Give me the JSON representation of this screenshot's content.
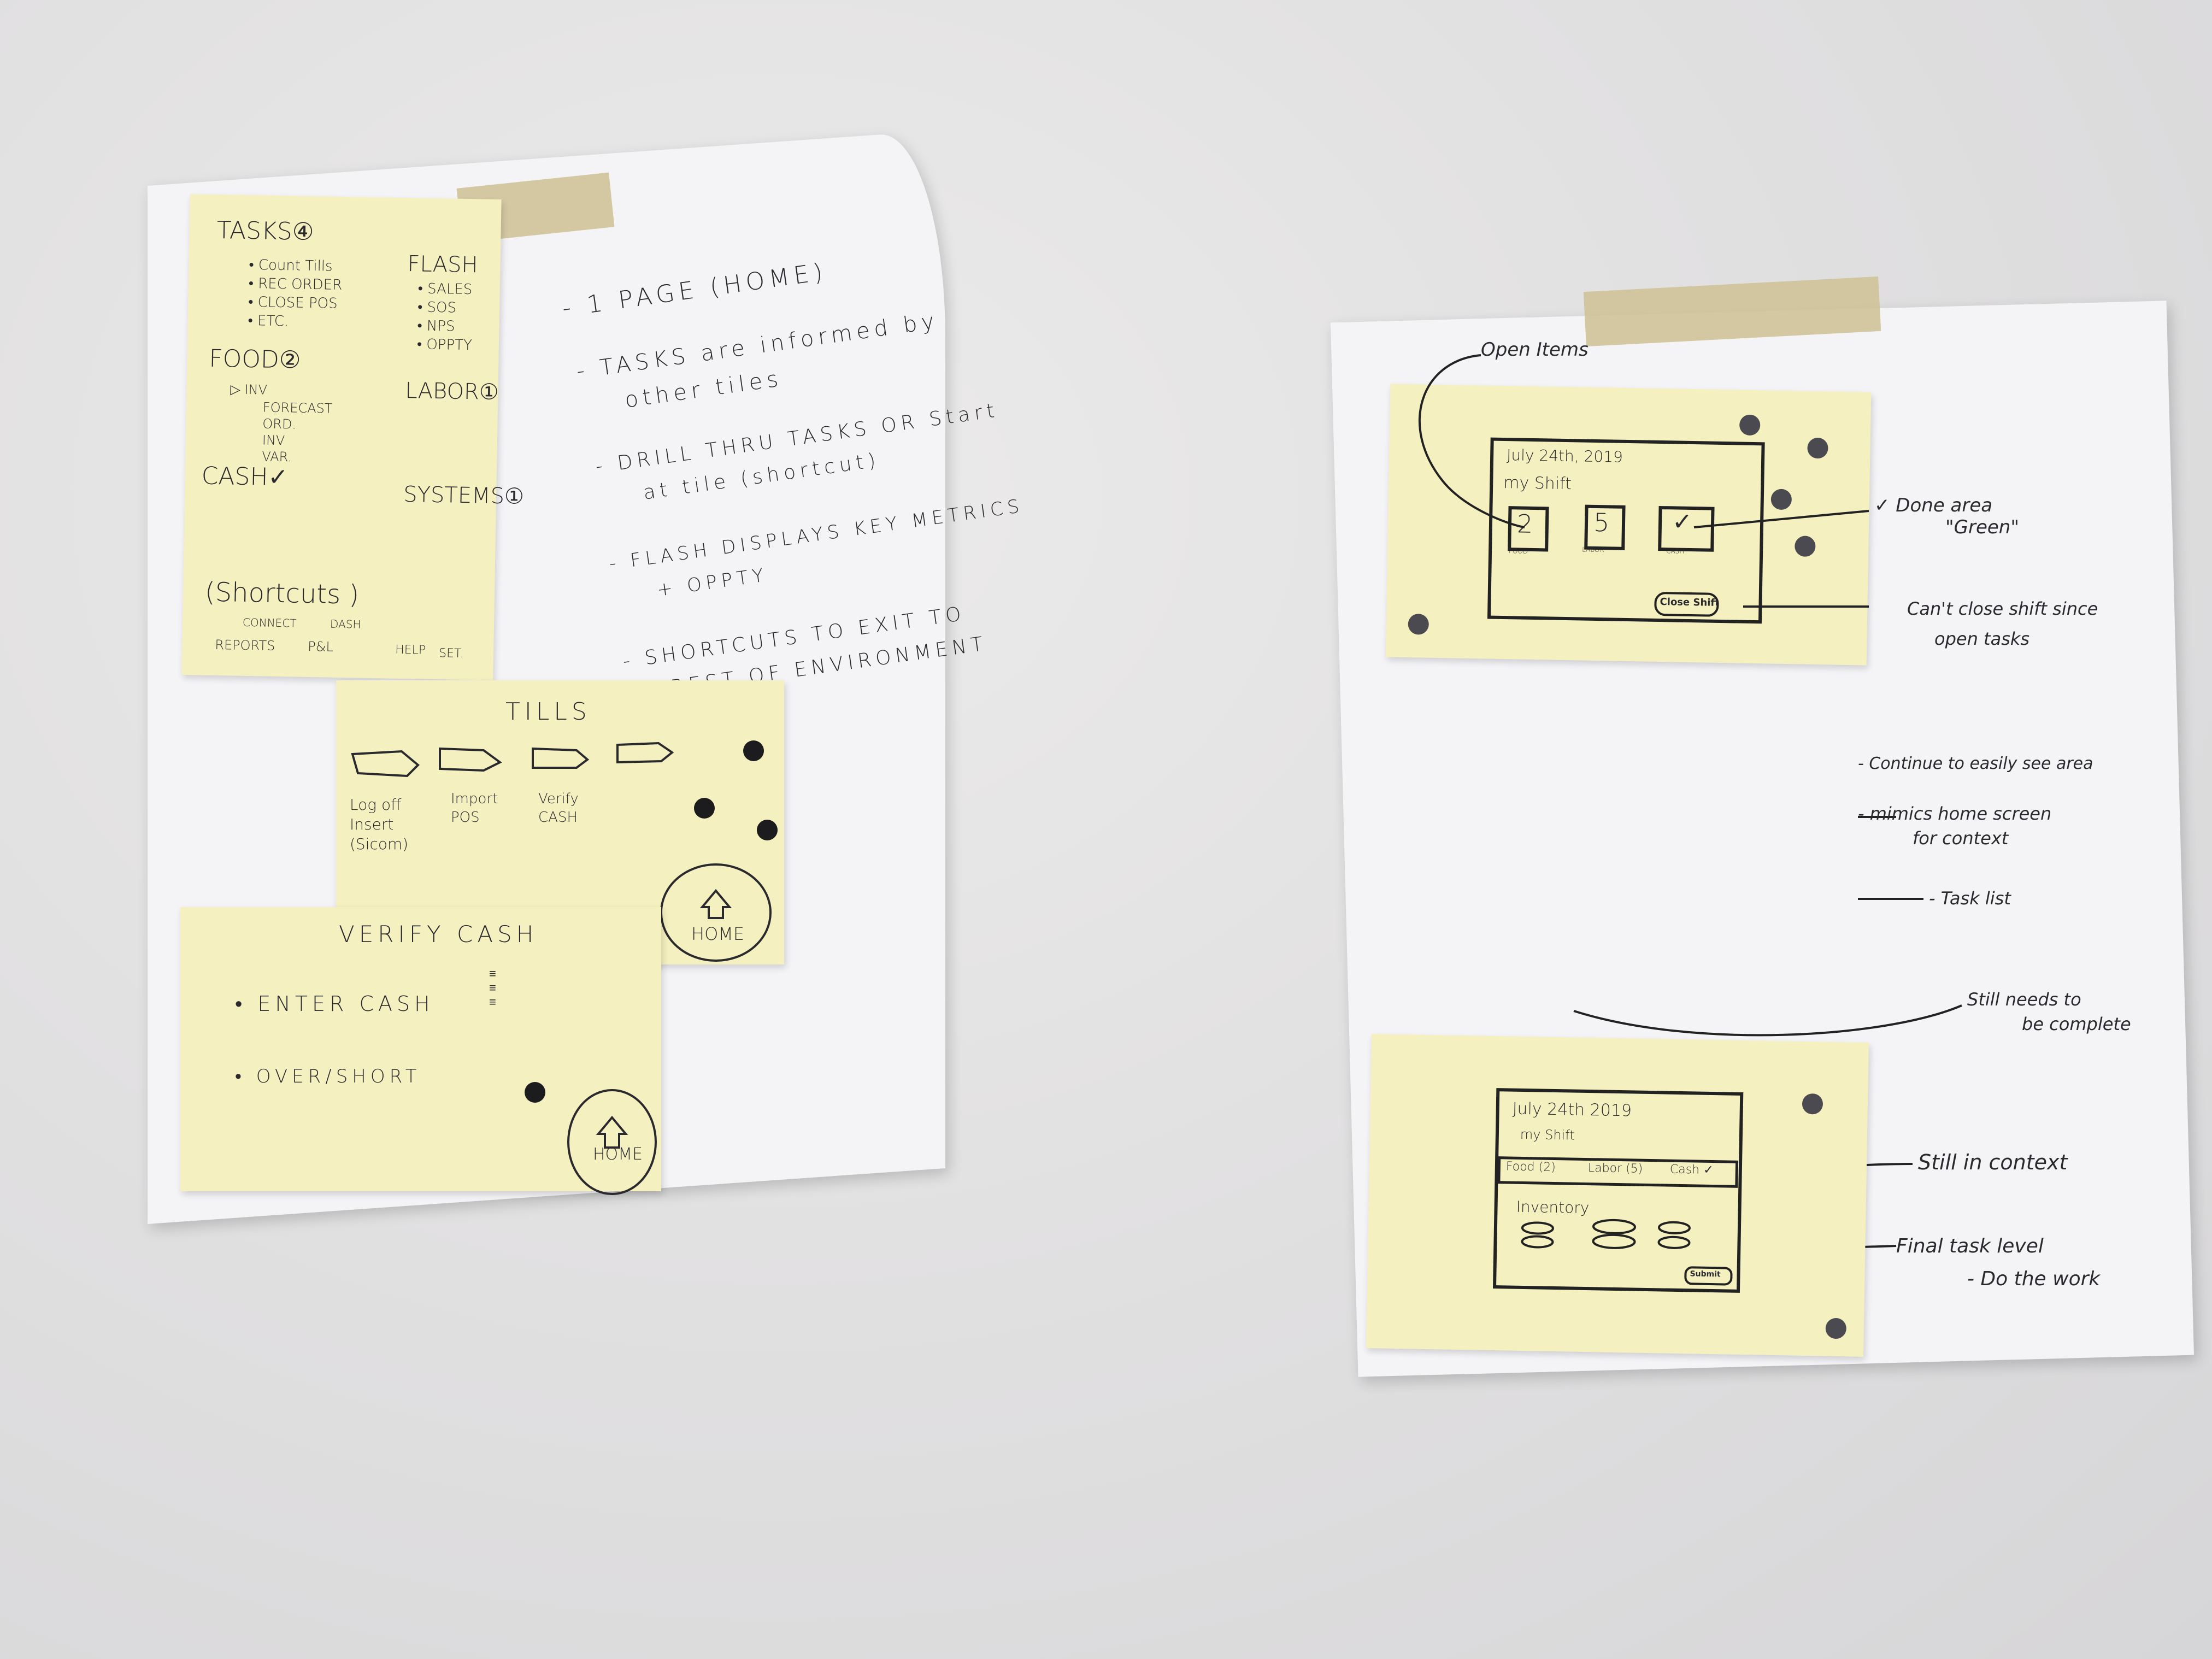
{
  "left_board": {
    "home_note": {
      "tasks": "TASKS④",
      "task_items": [
        "• Count Tills",
        "• REC ORDER",
        "• CLOSE POS",
        "• ETC."
      ],
      "flash": "FLASH",
      "flash_items": [
        "• SALES",
        "• SOS",
        "• NPS",
        "• OPPTY"
      ],
      "food": "FOOD②",
      "food_items": [
        "▷ INV",
        "FORECAST",
        "ORD.",
        "INV",
        "VAR."
      ],
      "labor": "LABOR①",
      "cash": "CASH✓",
      "systems": "SYSTEMS①",
      "shortcuts": "(Shortcuts )",
      "shortcut_items": [
        "REPORTS",
        "CONNECT",
        "P&L",
        "DASH",
        "HELP",
        "SET."
      ]
    },
    "notes": [
      "- 1 PAGE (HOME)",
      "- TASKS are informed by",
      "other tiles",
      "- DRILL THRU TASKS OR Start",
      "at tile (shortcut)",
      "- FLASH DISPLAYS KEY METRICS",
      "+ OPPTY",
      "- SHORTCUTS TO EXIT TO",
      "REST OF ENVIRONMENT"
    ],
    "tills_note": {
      "title": "TILLS",
      "steps": [
        "Log off\nInsert\n(Sicom)",
        "Import\nPOS",
        "Verify\nCASH"
      ],
      "home": "HOME"
    },
    "verify_note": {
      "title": "VERIFY CASH",
      "items": [
        "• ENTER CASH",
        "• OVER/SHORT"
      ],
      "home": "HOME"
    }
  },
  "right_board": {
    "note1": {
      "date": "July 24th, 2019",
      "shift": "my Shift",
      "tiles": [
        "2",
        "5",
        "✓"
      ],
      "tile_labels": [
        "FOOD",
        "LABOR",
        "CASH"
      ],
      "button": "Close Shift"
    },
    "annotations": [
      "Open Items",
      "✓ Done area",
      "\"Green\"",
      "Can't close shift since",
      "open tasks",
      "- Continue to easily see area",
      "- mimics home screen",
      "for context",
      "- Task list",
      "Still needs to",
      "be complete",
      "Still in context",
      "Final task level",
      "- Do the work"
    ],
    "note2": {
      "date": "July 24th 2019",
      "shift": "my Shift",
      "tabs": [
        "Food (2)",
        "Labor (5)",
        "Cash ✓"
      ],
      "section": "Inventory",
      "button": "Submit"
    }
  },
  "colors": {
    "sticky": "#f5f0bf",
    "paper": "#f4f4f7",
    "tape": "#cfc39a",
    "ink": "#2a2a2e",
    "wall": "#e2e1e2"
  }
}
